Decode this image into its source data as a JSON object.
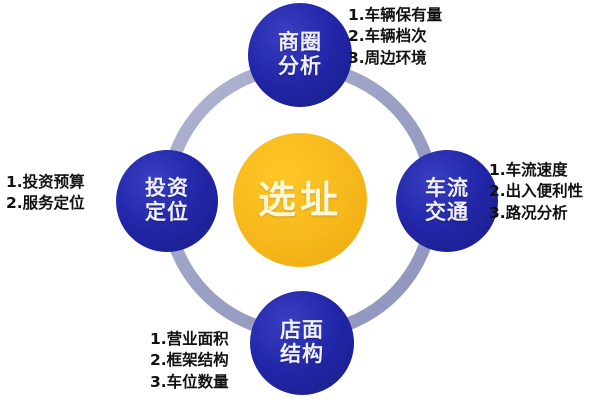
{
  "diagram": {
    "title": "选址",
    "colors": {
      "node_blue": "#2226a8",
      "center_yellow": "#f6b81c",
      "ring": "#a0a5c8",
      "background": "#ffffff",
      "callout_text": "#111111"
    },
    "center": {
      "label_line1": "选址"
    },
    "nodes": [
      {
        "name": "top",
        "line1": "商圈",
        "line2": "分析"
      },
      {
        "name": "right",
        "line1": "车流",
        "line2": "交通"
      },
      {
        "name": "bottom",
        "line1": "店面",
        "line2": "结构"
      },
      {
        "name": "left",
        "line1": "投资",
        "line2": "定位"
      }
    ],
    "callouts": {
      "top_right": [
        "1.车辆保有量",
        "2.车辆档次",
        "3.周边环境"
      ],
      "right": [
        "1.车流速度",
        "2.出入便利性",
        "3.路况分析"
      ],
      "left": [
        "1.投资预算",
        "2.服务定位"
      ],
      "bottom": [
        "1.营业面积",
        "2.框架结构",
        "3.车位数量"
      ]
    }
  }
}
